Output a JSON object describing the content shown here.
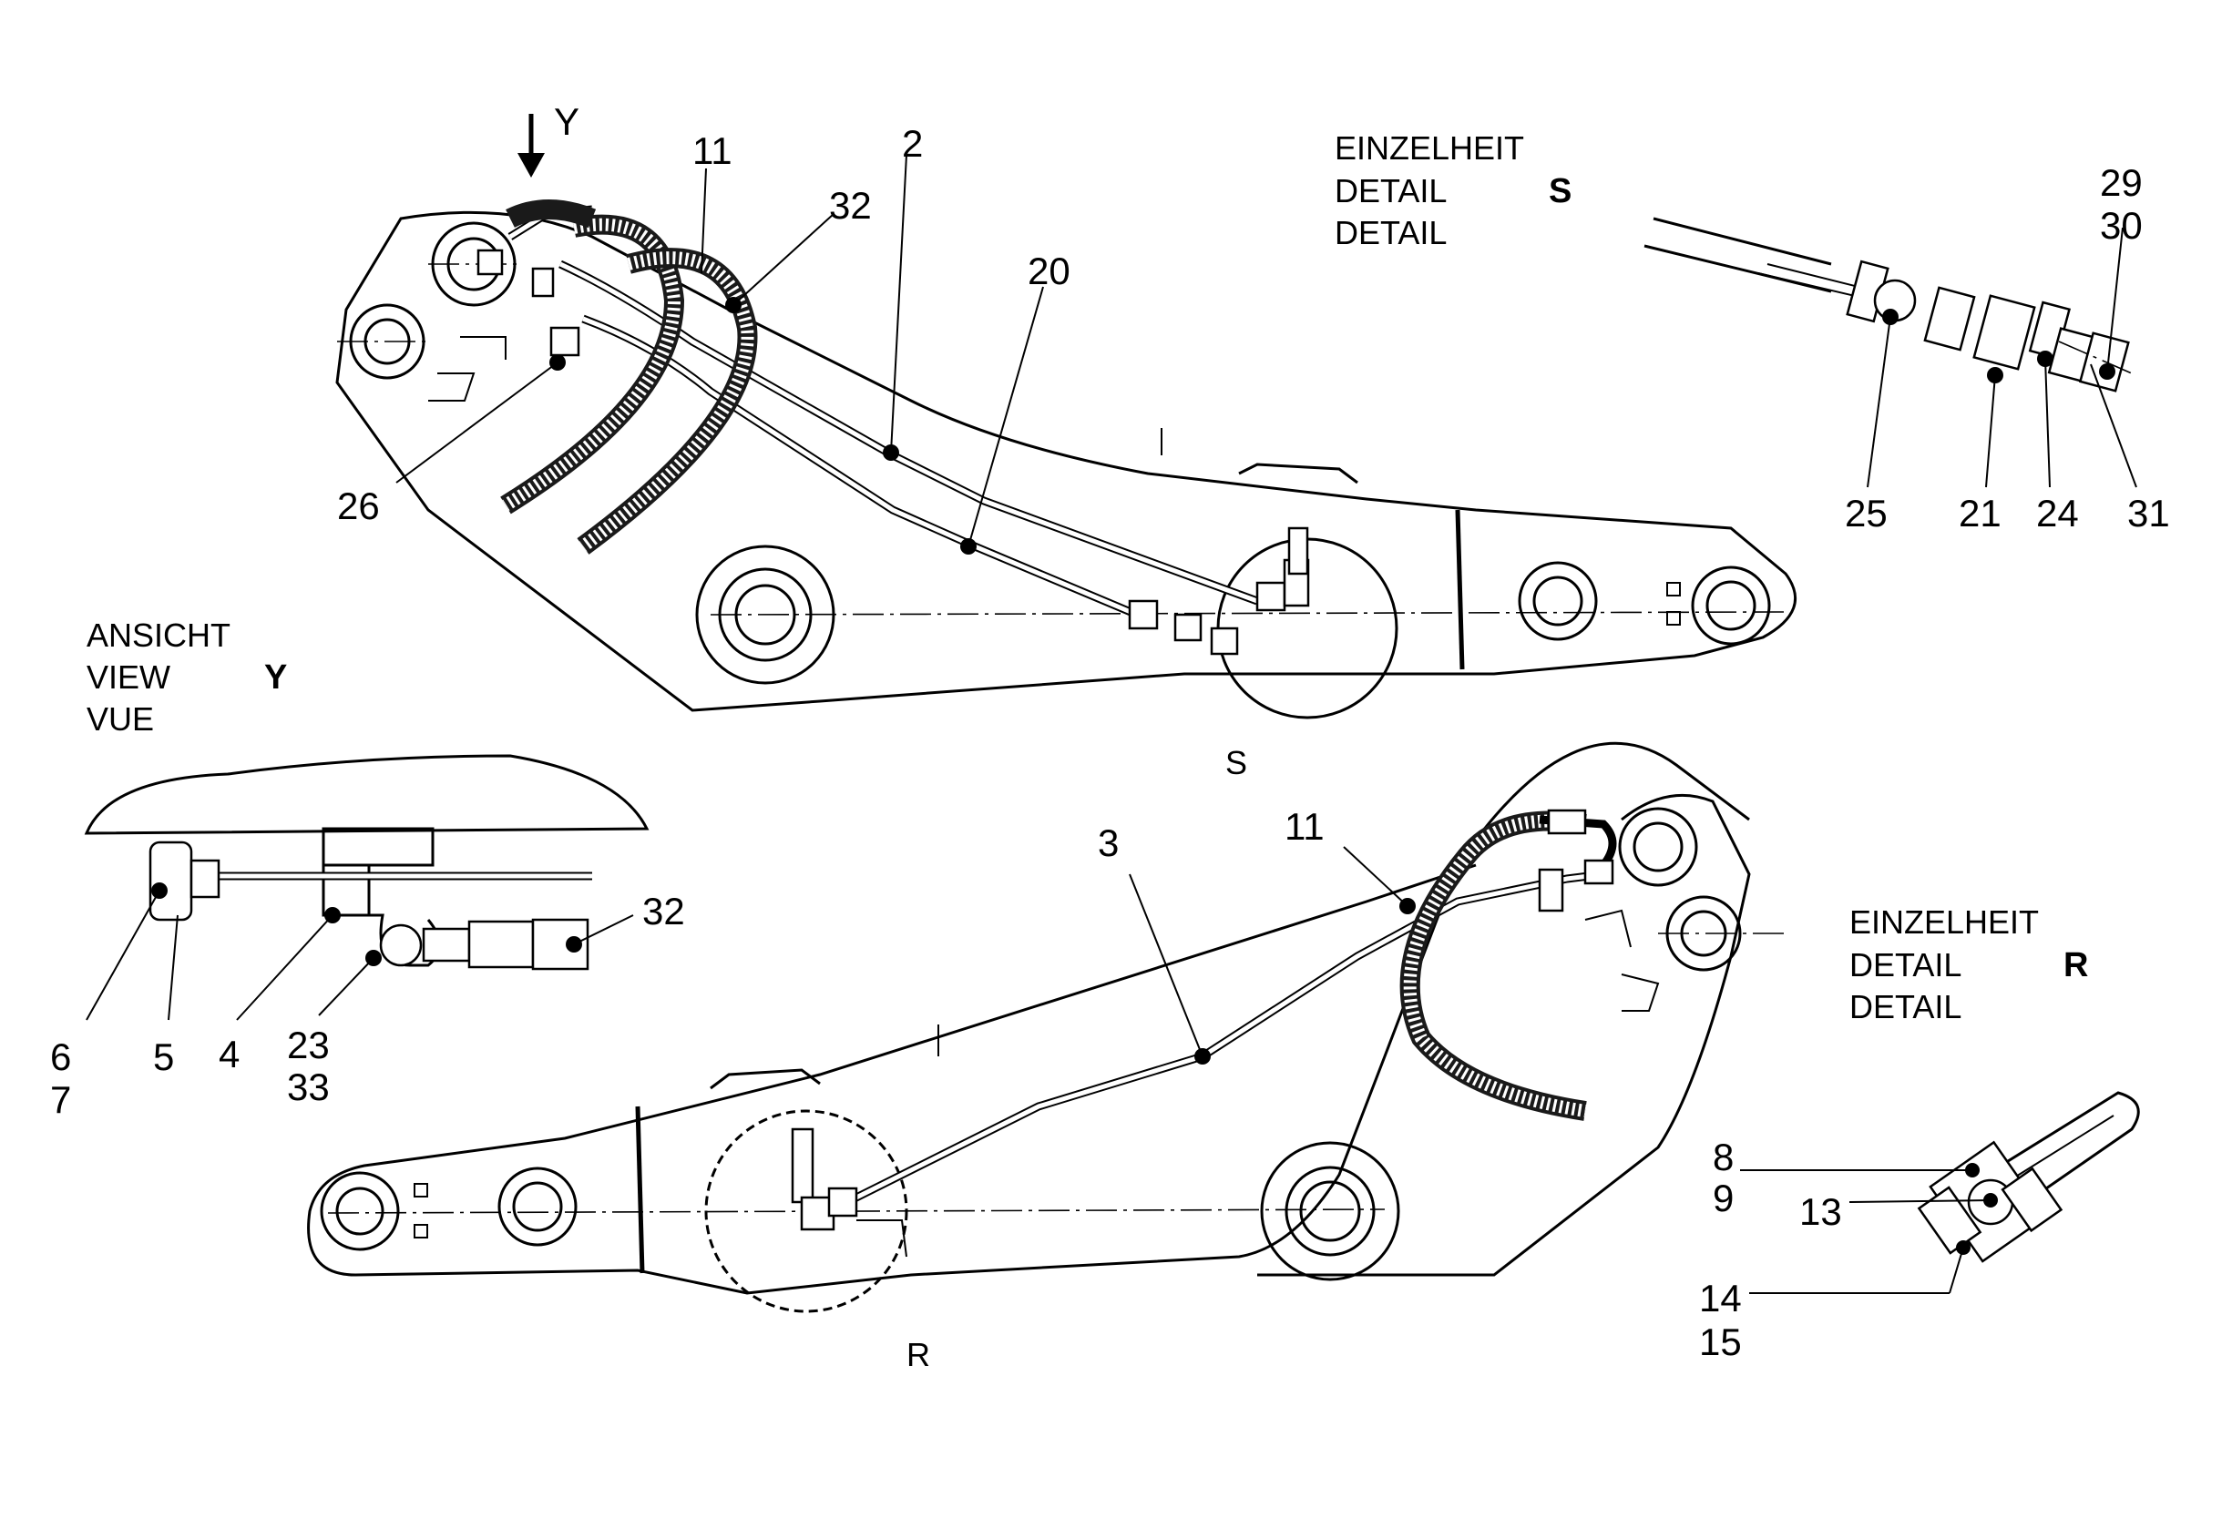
{
  "views": {
    "detail_s": {
      "line1": "EINZELHEIT",
      "line2": "DETAIL",
      "line3": "DETAIL",
      "letter": "S"
    },
    "detail_r": {
      "line1": "EINZELHEIT",
      "line2": "DETAIL",
      "line3": "DETAIL",
      "letter": "R"
    },
    "view_y": {
      "line1": "ANSICHT",
      "line2": "VIEW",
      "line3": "VUE",
      "letter": "Y"
    },
    "arrow_y": "Y",
    "circle_s": "S",
    "circle_r": "R"
  },
  "parts": {
    "p2": "2",
    "p3": "3",
    "p4": "4",
    "p5": "5",
    "p6": "6",
    "p7": "7",
    "p8": "8",
    "p9": "9",
    "p11a": "11",
    "p11b": "11",
    "p13": "13",
    "p14": "14",
    "p15": "15",
    "p20": "20",
    "p21": "21",
    "p23": "23",
    "p24": "24",
    "p25": "25",
    "p26": "26",
    "p29": "29",
    "p30": "30",
    "p31": "31",
    "p32a": "32",
    "p32b": "32",
    "p33": "33"
  }
}
